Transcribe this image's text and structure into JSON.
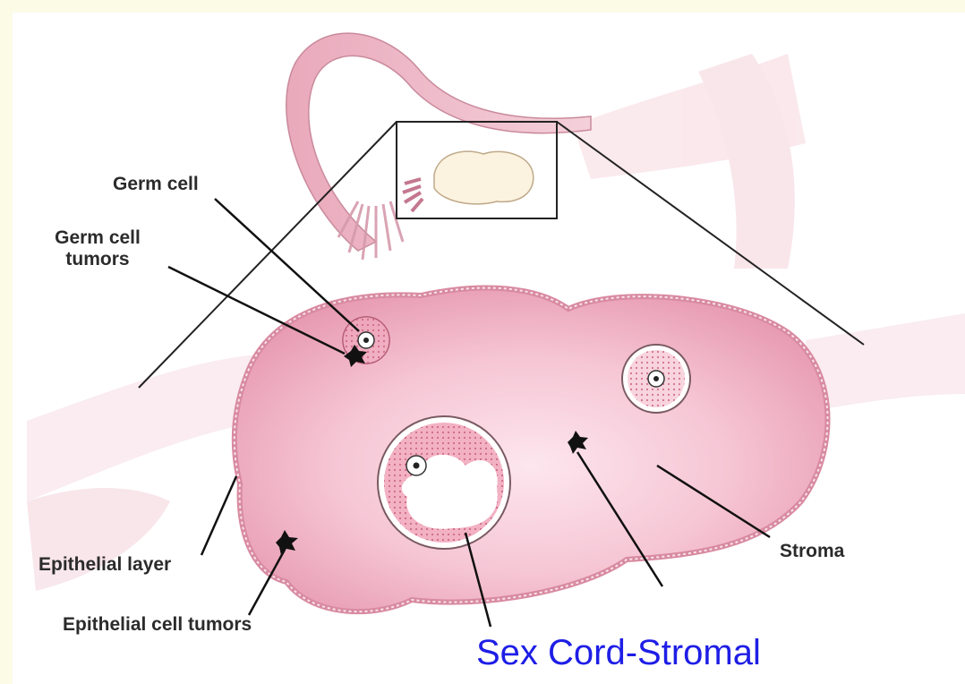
{
  "labels": {
    "germ_cell": "Germ cell",
    "germ_cell_tumors_line1": "Germ cell",
    "germ_cell_tumors_line2": "tumors",
    "epithelial_layer": "Epithelial layer",
    "epithelial_cell_tumors": "Epithelial cell tumors",
    "stroma": "Stroma"
  },
  "caption": "Sex Cord-Stromal",
  "colors": {
    "background": "#fbfbe6",
    "ovary_fill": "#f3b8cb",
    "ovary_edge": "#c9798f",
    "caption": "#1e1ee6",
    "leader_line": "#111111"
  }
}
